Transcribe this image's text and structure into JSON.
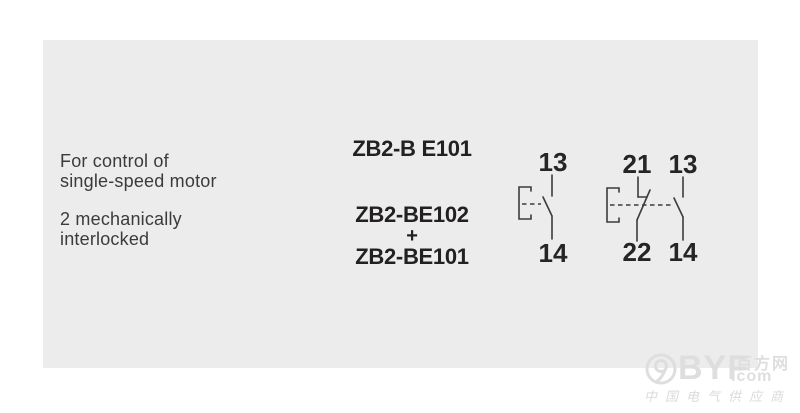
{
  "description": {
    "para1_line1": "For control of",
    "para1_line2": "single-speed motor",
    "para2_line1": "2 mechanically",
    "para2_line2": "interlocked"
  },
  "labels": {
    "single_model": "ZB2-B E101",
    "combo_model_first": "ZB2-BE102",
    "combo_plus": "+",
    "combo_model_second": "ZB2-BE101"
  },
  "diagram": {
    "single_contact": {
      "top_terminal": "13",
      "bottom_terminal": "14"
    },
    "double_contact": {
      "nc_top_terminal": "21",
      "nc_bottom_terminal": "22",
      "no_top_terminal": "13",
      "no_bottom_terminal": "14"
    }
  },
  "watermark": {
    "brand": "BYF",
    "domain_suffix": ".com",
    "badge": "百方网",
    "tagline": "中国电气供应商"
  },
  "colors": {
    "panel_background": "#ececec",
    "page_background": "#ffffff",
    "description_text": "#3b3b3b",
    "label_text": "#232021",
    "schematic_line": "#3c3c3c",
    "watermark": "#dedede"
  }
}
